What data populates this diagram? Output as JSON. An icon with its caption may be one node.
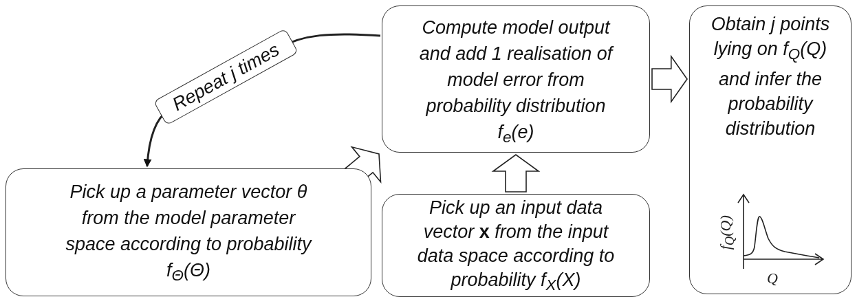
{
  "diagram": {
    "nodes": [
      {
        "text": [
          "Compute model output and add 1 realisation of model error from probability distribution f$_{e}$(e)"
        ]
      },
      {
        "text": [
          "Obtain j points lying on f$_{Q}$(Q) and infer the probability distribution"
        ]
      },
      {
        "text": [
          "Pick up a parameter vector θ from the model parameter space according to probability f$_{Θ}$(Θ)"
        ]
      },
      {
        "text": [
          "Pick up an input data vector **x** from the input data space according to probability f$_{X}$(X)"
        ]
      }
    ],
    "edges": [
      {
        "from": 2,
        "to": 0,
        "arrow": "to",
        "style": "thick"
      },
      {
        "from": 3,
        "to": 0,
        "arrow": "to",
        "style": "thick"
      },
      {
        "from": 0,
        "to": 1,
        "arrow": "to",
        "style": "thick"
      },
      {
        "from": 0,
        "to": 2,
        "arrow": "to",
        "label": "Repeat j times"
      }
    ],
    "labels": [
      "f$_{Q}$(Q)",
      "Q"
    ]
  }
}
